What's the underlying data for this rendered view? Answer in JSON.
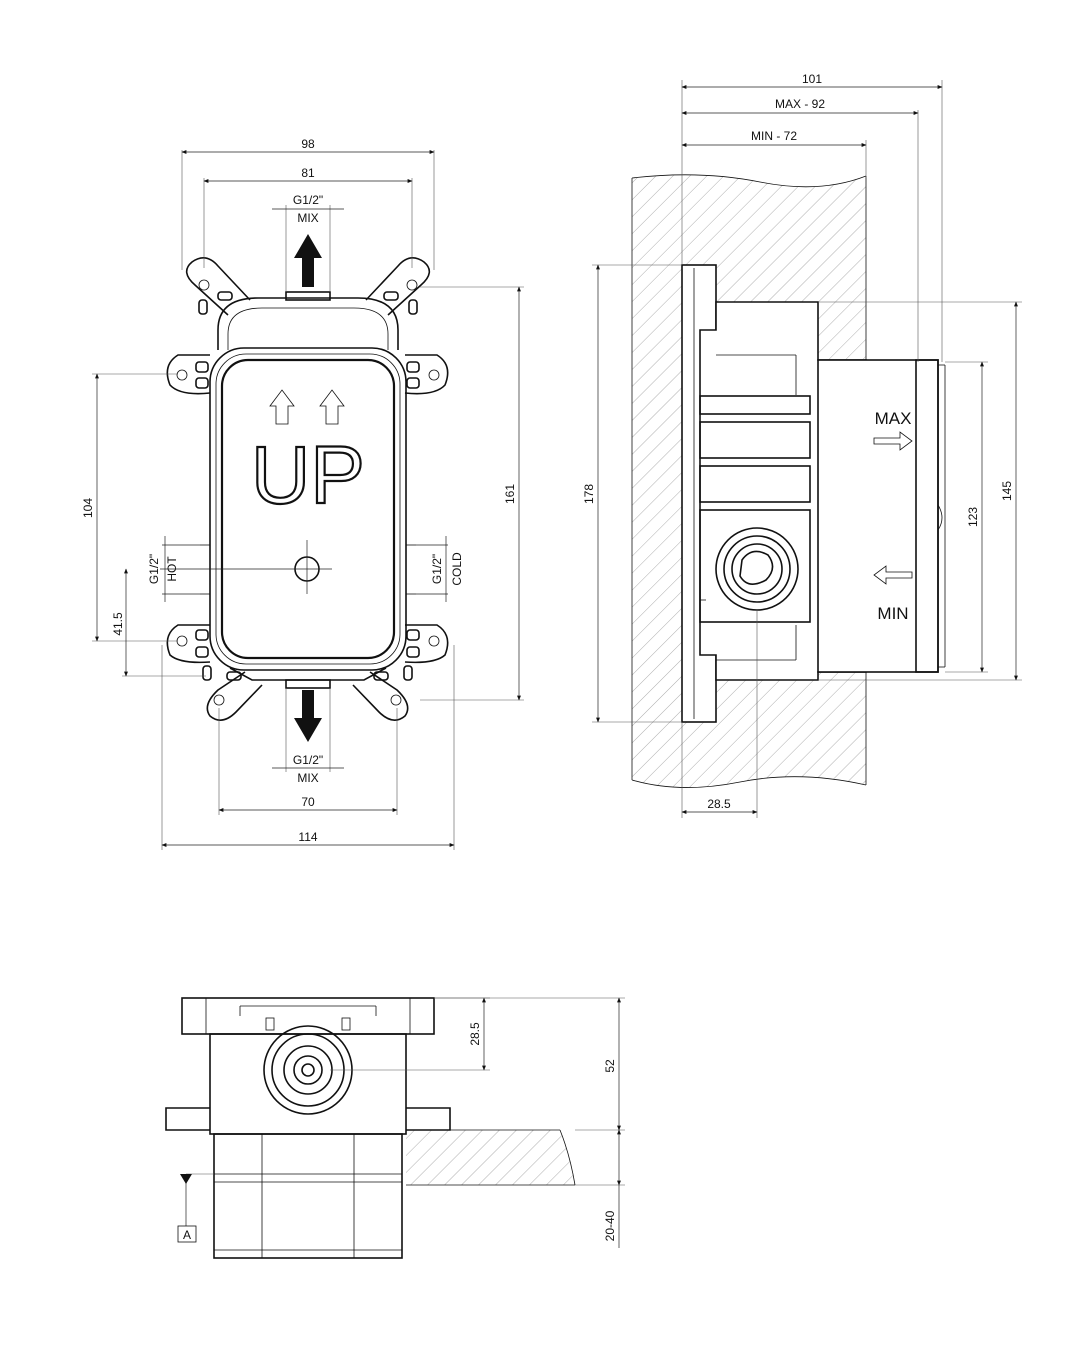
{
  "front_view": {
    "dim_overall_top": "98",
    "dim_inner_top": "81",
    "outlet_top_thread": "G1/2\"",
    "outlet_top_label": "MIX",
    "body_text": "UP",
    "dim_left_height": "104",
    "dim_left_lower": "41.5",
    "dim_right_height": "161",
    "inlet_left_thread": "G1/2\"",
    "inlet_left_label": "HOT",
    "inlet_right_thread": "G1/2\"",
    "inlet_right_label": "COLD",
    "outlet_bottom_thread": "G1/2\"",
    "outlet_bottom_label": "MIX",
    "dim_bottom_inner": "70",
    "dim_bottom_overall": "114"
  },
  "side_view": {
    "dim_depth_total": "101",
    "dim_depth_max": "MAX - 92",
    "dim_depth_min": "MIN - 72",
    "dim_height_flange": "178",
    "dim_height_body": "145",
    "dim_height_sleeve": "123",
    "label_max": "MAX",
    "label_min": "MIN",
    "dim_axis_offset": "28.5"
  },
  "bottom_view": {
    "dim_axis_offset": "28.5",
    "dim_height": "52",
    "dim_wall_range": "20-40",
    "reference_mark": "A"
  }
}
